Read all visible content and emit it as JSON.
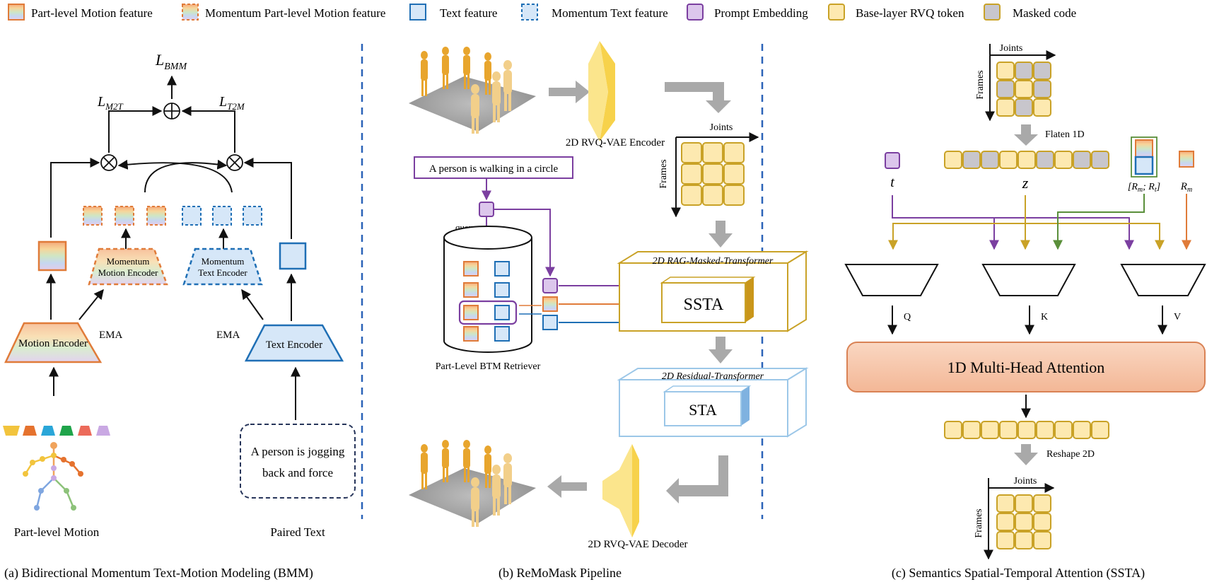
{
  "legend": {
    "part_motion": "Part-level Motion feature",
    "momentum_part_motion": "Momentum Part-level Motion feature",
    "text_feature": "Text feature",
    "momentum_text": "Momentum Text feature",
    "prompt_embedding": "Prompt Embedding",
    "base_token": "Base-layer RVQ token",
    "masked_code": "Masked code"
  },
  "colors": {
    "orange": "#e07b39",
    "blue": "#1f6fb5",
    "purple": "#7b3fa0",
    "yellow_fill": "#fde9b0",
    "yellow_stroke": "#c9a227",
    "gray_fill": "#c8c6cc",
    "attention_fill": "#f6c7ae",
    "attention_stroke": "#d98255"
  },
  "panel_a": {
    "loss_bmm_main": "L",
    "loss_bmm_sub": "BMM",
    "loss_m2t_main": "L",
    "loss_m2t_sub": "M2T",
    "loss_t2m_main": "L",
    "loss_t2m_sub": "T2M",
    "oplus": "⊕",
    "otimes": "⊗",
    "momentum_motion_encoder_1": "Momentum",
    "momentum_motion_encoder_2": "Motion Encoder",
    "momentum_text_encoder_1": "Momentum",
    "momentum_text_encoder_2": "Text Encoder",
    "ema": "EMA",
    "motion_encoder": "Motion Encoder",
    "text_encoder": "Text Encoder",
    "paired_text_1": "A person is jogging",
    "paired_text_2": "back and force",
    "part_level_motion": "Part-level Motion",
    "paired_text": "Paired Text",
    "caption": "(a) Bidirectional Momentum Text-Motion Modeling (BMM)"
  },
  "panel_b": {
    "rvq_encoder": "2D RVQ-VAE Encoder",
    "joints": "Joints",
    "frames": "Frames",
    "prompt_text": "A person is walking in a circle",
    "query": "query",
    "retriever": "Part-Level BTM Retriever",
    "rag_transformer": "2D RAG-Masked-Transformer",
    "ssta": "SSTA",
    "residual_transformer": "2D Residual-Transformer",
    "sta": "STA",
    "rvq_decoder": "2D RVQ-VAE Decoder",
    "caption": "(b) ReMoMask Pipeline"
  },
  "panel_c": {
    "joints_top": "Joints",
    "frames_top": "Frames",
    "flatten": "Flaten 1D",
    "t": "t",
    "z": "z",
    "r_concat": "[R",
    "r_concat_full": "[R_m; R_t]",
    "rm": "R_m",
    "q": "Q",
    "k": "K",
    "v": "V",
    "attention": "1D Multi-Head Attention",
    "reshape": "Reshape 2D",
    "joints_bottom": "Joints",
    "frames_bottom": "Frames",
    "caption": "(c) Semantics Spatial-Temporal Attention (SSTA)"
  }
}
